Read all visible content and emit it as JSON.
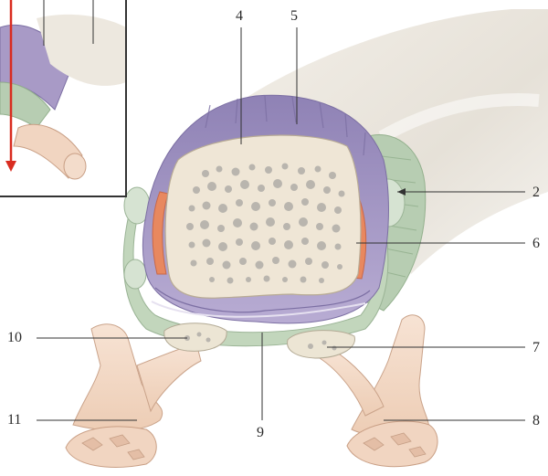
{
  "labels": {
    "l2": "2",
    "l4": "4",
    "l5": "5",
    "l6": "6",
    "l7": "7",
    "l8": "8",
    "l9": "9",
    "l10": "10",
    "l11": "11"
  },
  "colors": {
    "bone_outer": "#efe6d6",
    "marrow_hole": "#b9b5ae",
    "purple": "#a89ac6",
    "green": "#b7cdb2",
    "orange": "#e8885f",
    "red_arrow": "#d92c20",
    "leader": "#333333"
  }
}
